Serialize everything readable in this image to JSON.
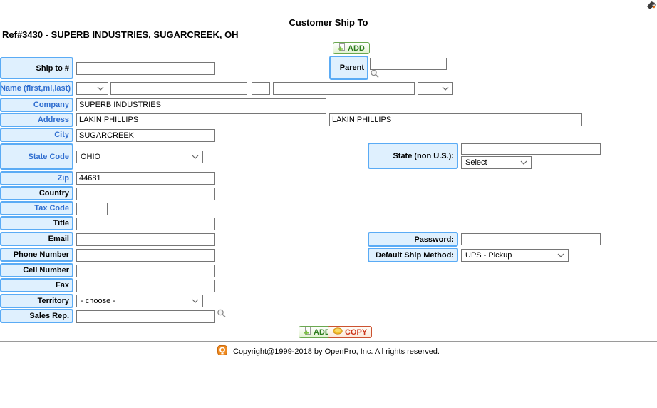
{
  "header": {
    "title": "Customer Ship To",
    "ref_line": "Ref#3430 - SUPERB INDUSTRIES, SUGARCREEK, OH"
  },
  "toolbar": {
    "add_label": "ADD"
  },
  "form": {
    "ship_to": {
      "label": "Ship to #",
      "value": ""
    },
    "parent": {
      "label": "Parent",
      "value": ""
    },
    "name": {
      "label": "Name (first,mi,last)",
      "prefix": "",
      "first": "",
      "mi": "",
      "last": "",
      "suffix": ""
    },
    "company": {
      "label": "Company",
      "value": "SUPERB INDUSTRIES"
    },
    "address": {
      "label": "Address",
      "value1": "LAKIN PHILLIPS",
      "value2": "LAKIN PHILLIPS"
    },
    "city": {
      "label": "City",
      "value": "SUGARCREEK"
    },
    "state_code": {
      "label": "State Code",
      "value": "OHIO"
    },
    "state_non_us": {
      "label": "State (non U.S.):",
      "value": "",
      "select_value": "Select"
    },
    "zip": {
      "label": "Zip",
      "value": "44681"
    },
    "country": {
      "label": "Country",
      "value": ""
    },
    "tax_code": {
      "label": "Tax Code",
      "value": ""
    },
    "job_title": {
      "label": "Title",
      "value": ""
    },
    "email": {
      "label": "Email",
      "value": ""
    },
    "phone": {
      "label": "Phone Number",
      "value": ""
    },
    "cell": {
      "label": "Cell Number",
      "value": ""
    },
    "fax": {
      "label": "Fax",
      "value": ""
    },
    "territory": {
      "label": "Territory",
      "value": "- choose -"
    },
    "sales_rep": {
      "label": "Sales Rep.",
      "value": ""
    },
    "password": {
      "label": "Password:",
      "value": ""
    },
    "ship_method": {
      "label": "Default Ship Method:",
      "value": "UPS - Pickup"
    }
  },
  "actions": {
    "add_label": "ADD",
    "copy_label": "COPY"
  },
  "footer": {
    "copyright": "Copyright@1999-2018 by OpenPro, Inc. All rights reserved."
  },
  "icons": {
    "add": "add-document-icon",
    "copy": "coin-icon",
    "search": "magnifier-icon",
    "logo": "openpro-logo-icon",
    "select_chevron": "chevron-down-icon"
  },
  "colors": {
    "label_bg": "#dff0fe",
    "label_border": "#5aabf5",
    "label_blue_text": "#2f6ed0",
    "add_green": "#2e7d1f",
    "copy_red": "#cc3318",
    "logo_orange": "#ef8a1f"
  }
}
